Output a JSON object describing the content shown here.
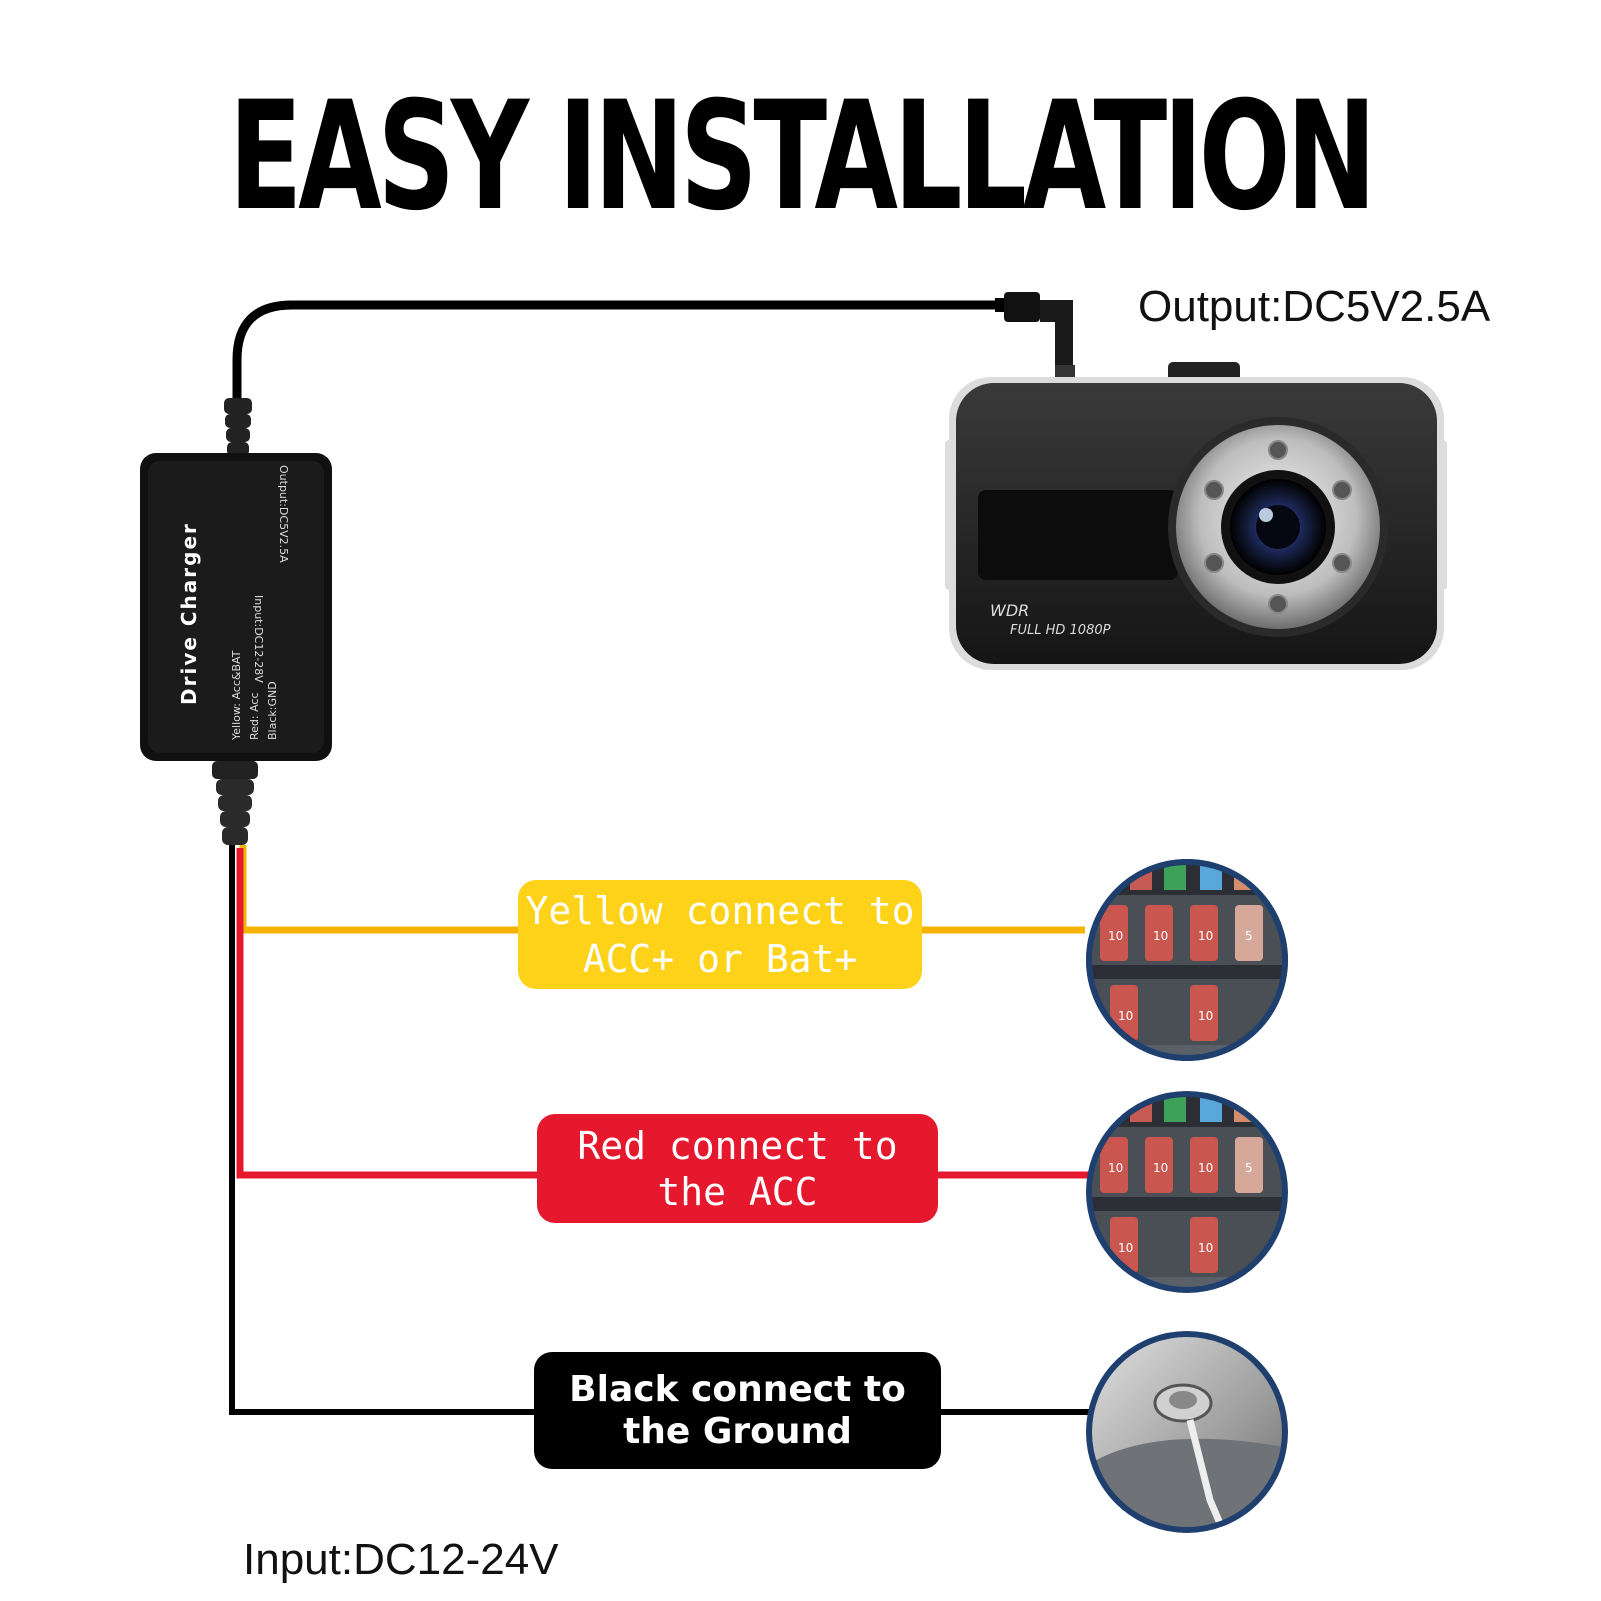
{
  "title": "EASY INSTALLATION",
  "output_label": "Output:DC5V2.5A",
  "input_label": "Input:DC12-24V",
  "charger": {
    "name": "Drive Charger",
    "spec_input": "Input:DC12-28V",
    "spec_output": "Output:DC5V2.5A",
    "wire_yellow": "Yellow: Acc&BAT",
    "wire_red": "Red: Acc",
    "wire_black": "Black:GND"
  },
  "camera": {
    "badge_wdr": "WDR",
    "badge_resolution": "FULL HD 1080P"
  },
  "wires": [
    {
      "id": "yellow",
      "line1": "Yellow connect to",
      "line2": "ACC+ or Bat+",
      "color": "#f6b400"
    },
    {
      "id": "red",
      "line1": "Red connect to",
      "line2": "the ACC",
      "color": "#e5182d"
    },
    {
      "id": "black",
      "line1": "Black connect to",
      "line2": "the Ground",
      "color": "#000000"
    }
  ],
  "fuse_labels": [
    "10",
    "10",
    "10",
    "5",
    "10",
    "10"
  ]
}
